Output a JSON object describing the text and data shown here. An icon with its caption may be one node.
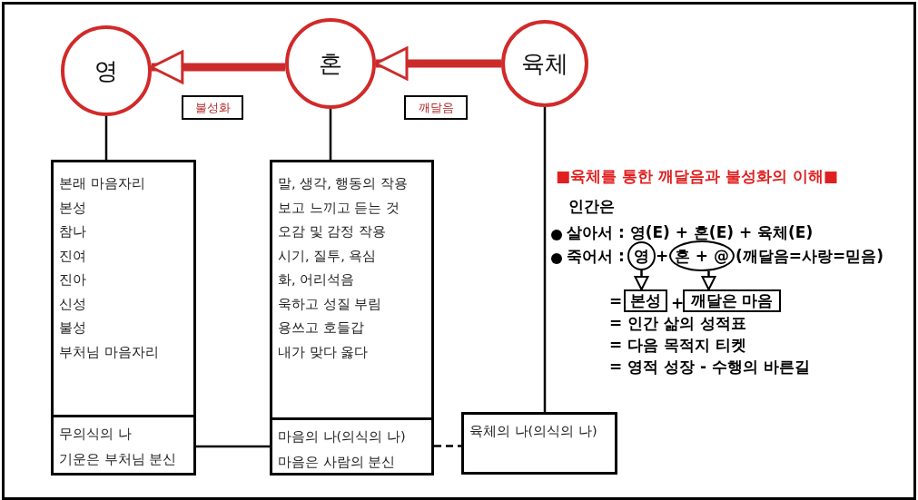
{
  "diagram": {
    "title": "■육체를 통한 깨달음과 불성화의 이해■",
    "nodes": [
      {
        "text": [
          "영"
        ]
      },
      {
        "text": [
          "혼"
        ]
      },
      {
        "text": [
          "육체"
        ]
      },
      {
        "text": [
          "본래 마음자리",
          "본성",
          "참나",
          "진여",
          "진아",
          "신성",
          "불성",
          "부처님 마음자리"
        ]
      },
      {
        "text": [
          "무의식의 나",
          "기운은 부처님 분신"
        ]
      },
      {
        "text": [
          "말, 생각, 행동의 작용",
          "보고 느끼고 듣는 것",
          "오감 및 감정 작용",
          "시기, 질투, 욕심",
          "화, 어리석음",
          "욱하고 성질 부림",
          "용쓰고 호들갑",
          "내가 맞다 옳다"
        ]
      },
      {
        "text": [
          "마음의 나(의식의 나)",
          "마음은 사람의 분신"
        ]
      },
      {
        "text": [
          "육체의 나(의식의 나)"
        ]
      },
      {
        "text": [
          "영"
        ]
      },
      {
        "text": [
          "혼 + @"
        ]
      },
      {
        "text": [
          "본성"
        ]
      },
      {
        "text": [
          "깨달은 마음"
        ]
      }
    ],
    "edges": [
      {
        "from": 1,
        "to": 0,
        "arrow": "to",
        "label": "불성화",
        "style": "thick",
        "color": "#cc2b2b"
      },
      {
        "from": 2,
        "to": 1,
        "arrow": "to",
        "label": "깨달음",
        "style": "thick",
        "color": "#cc2b2b"
      },
      {
        "from": 0,
        "to": 3,
        "arrow": "none"
      },
      {
        "from": 1,
        "to": 5,
        "arrow": "none"
      },
      {
        "from": 2,
        "to": 7,
        "arrow": "none"
      },
      {
        "from": 4,
        "to": 6,
        "arrow": "none"
      },
      {
        "from": 6,
        "to": 7,
        "arrow": "none",
        "style": "dashed"
      },
      {
        "from": 8,
        "to": 10,
        "arrow": "to"
      },
      {
        "from": 9,
        "to": 11,
        "arrow": "to"
      }
    ],
    "labels": [
      "인간은",
      "살아서 : 영(E) + 혼(E) + 육체(E)",
      "죽어서 :",
      "+",
      "(깨달음=사랑=믿음)",
      "=",
      "+",
      "= 인간 삶의 성적표",
      "= 다음 목적지 티켓",
      "= 영적 성장 - 수행의 바른길"
    ]
  }
}
